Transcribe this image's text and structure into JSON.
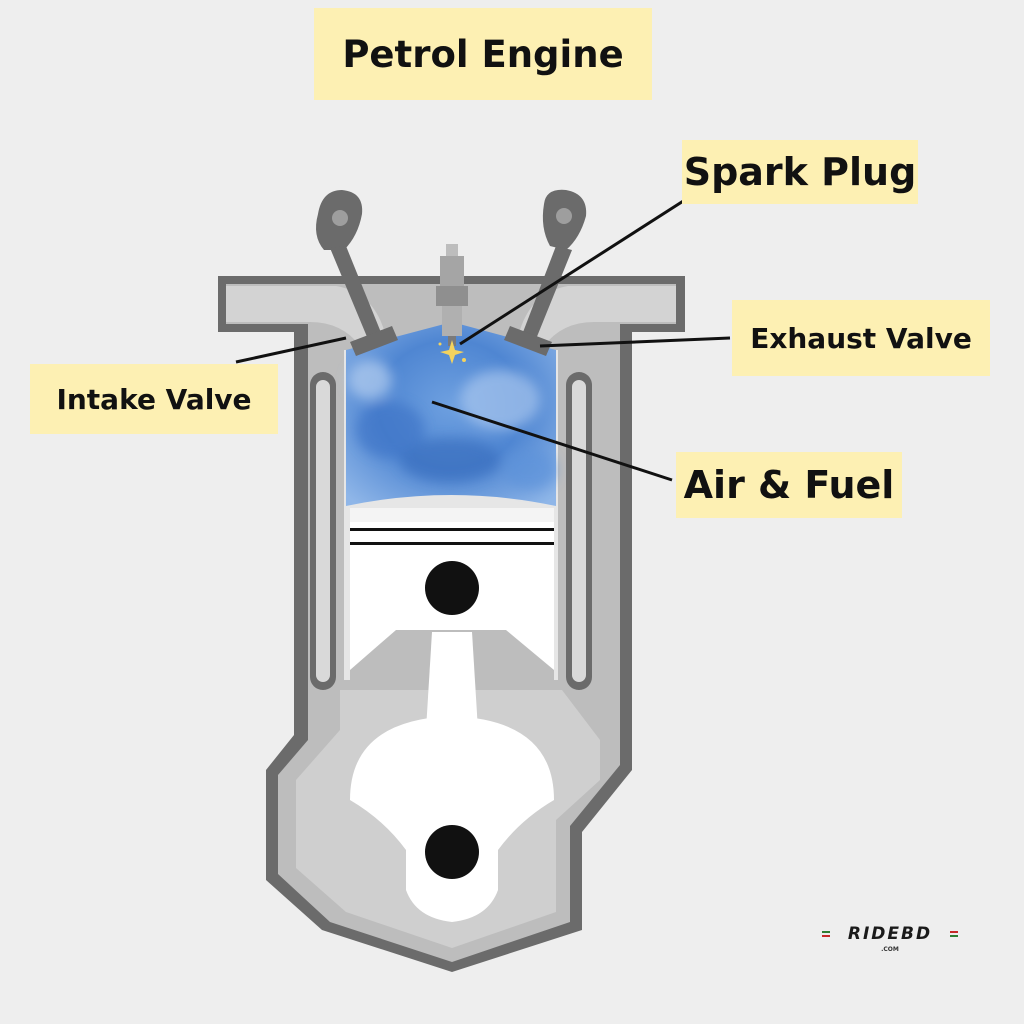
{
  "title": "Petrol Engine",
  "labels": {
    "spark_plug": "Spark Plug",
    "exhaust_valve": "Exhaust Valve",
    "intake_valve": "Intake Valve",
    "air_fuel": "Air & Fuel"
  },
  "logo": {
    "name": "RIDEBD",
    "sub": ".COM"
  },
  "colors": {
    "background": "#eeeeee",
    "label_bg": "#fdf0b3",
    "engine_outer": "#6b6b6b",
    "engine_wall": "#bdbdbd",
    "engine_inner": "#d9d9d9",
    "chamber": "#5a8fd6",
    "piston": "#ffffff",
    "pin": "#111111"
  }
}
